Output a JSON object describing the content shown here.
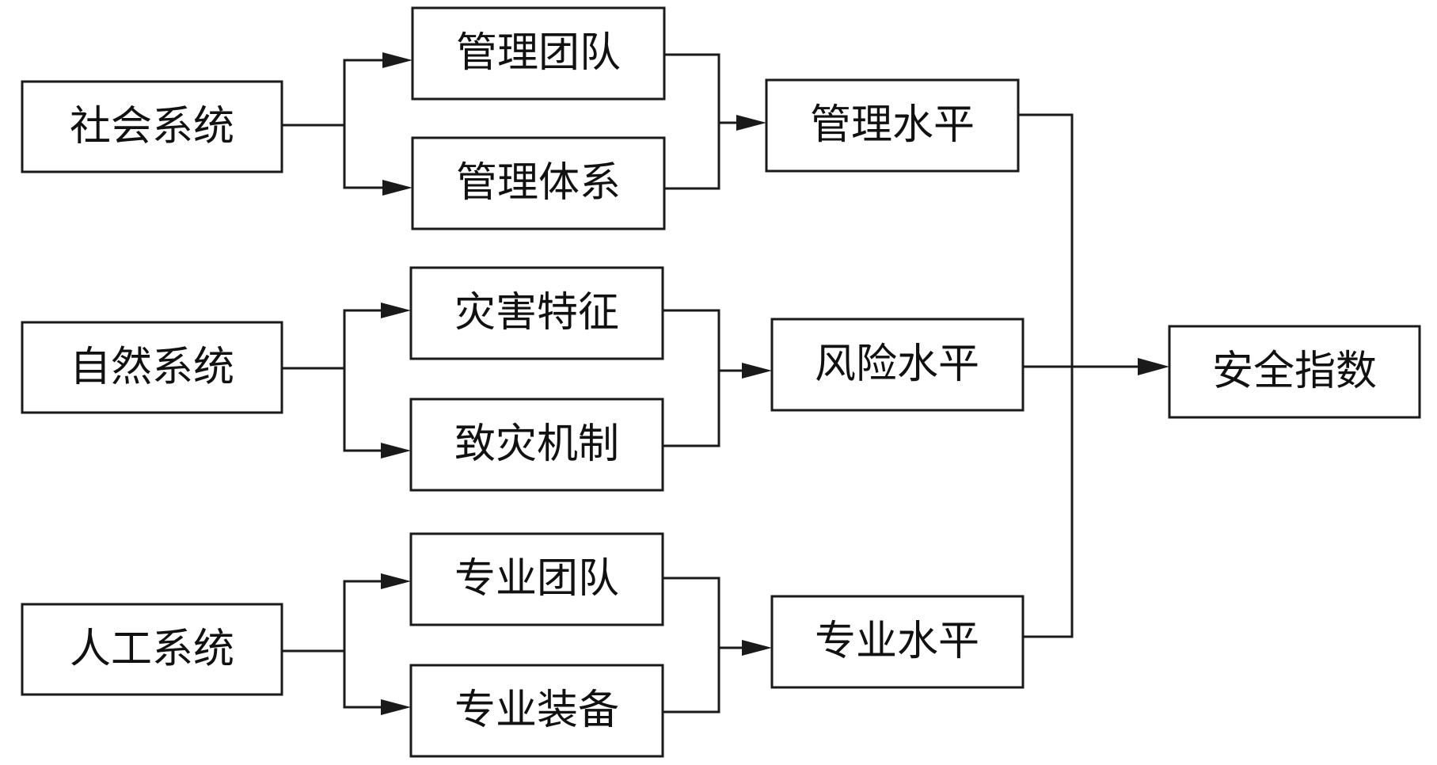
{
  "nodes": {
    "social_system": "社会系统",
    "mgmt_team": "管理团队",
    "mgmt_system": "管理体系",
    "mgmt_level": "管理水平",
    "natural_system": "自然系统",
    "disaster_features": "灾害特征",
    "disaster_mechanism": "致灾机制",
    "risk_level": "风险水平",
    "artificial_system": "人工系统",
    "pro_team": "专业团队",
    "pro_equipment": "专业装备",
    "pro_level": "专业水平",
    "safety_index": "安全指数"
  }
}
